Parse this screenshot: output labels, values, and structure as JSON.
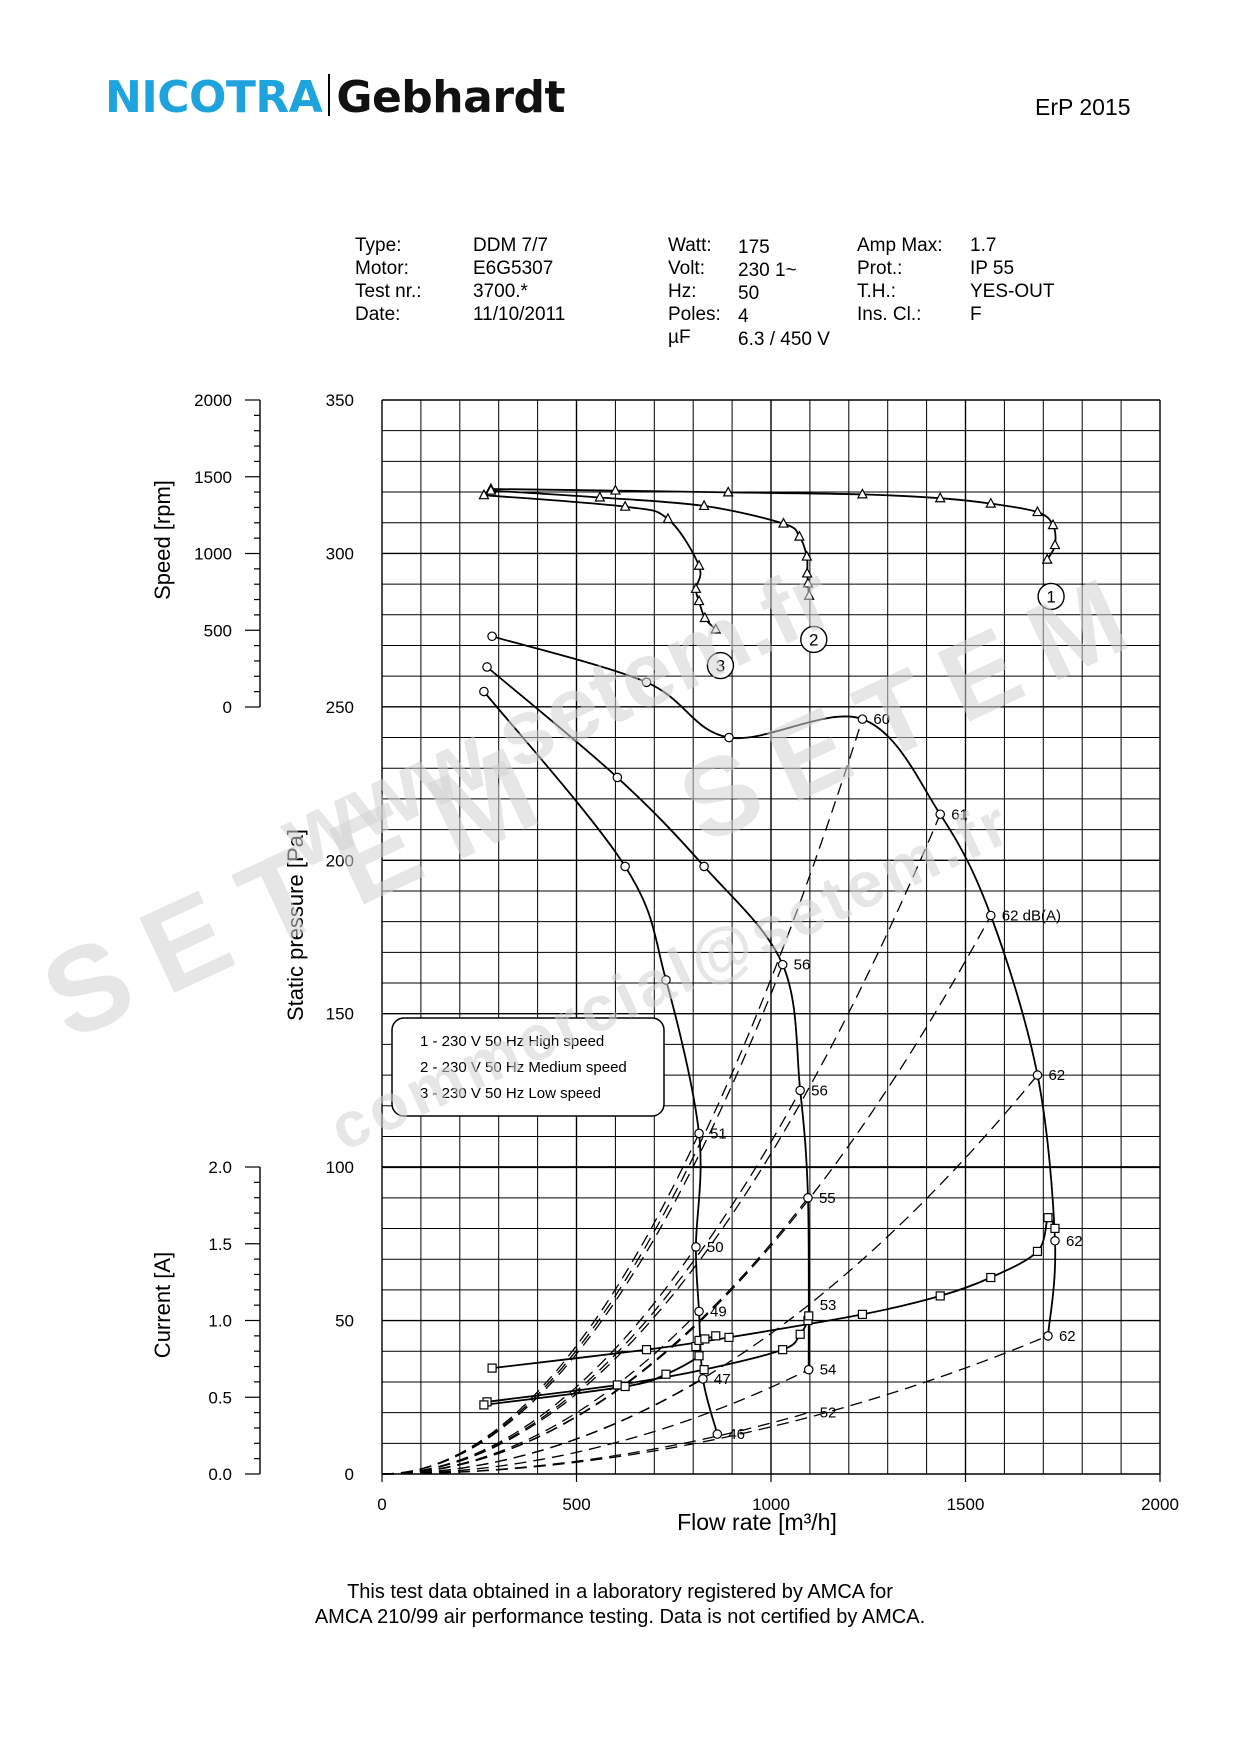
{
  "header": {
    "brand_left": "NICOTRA",
    "brand_right": "Gebhardt",
    "erp": "ErP 2015",
    "brand_color": "#1ea3dc"
  },
  "specs": {
    "col1_labels": [
      "Type:",
      "Motor:",
      "Test nr.:",
      "Date:"
    ],
    "col1_values": [
      "DDM 7/7",
      "E6G5307",
      "3700.*",
      "11/10/2011"
    ],
    "col2_labels": [
      "Watt:",
      "Volt:",
      "Hz:",
      "Poles:",
      "µF"
    ],
    "col2_values": [
      "175",
      "230 1~",
      "50",
      "4",
      "6.3 / 450 V"
    ],
    "col3_labels": [
      "Amp Max:",
      "Prot.:",
      "T.H.:",
      "Ins. Cl.:"
    ],
    "col3_values": [
      "1.7",
      "IP 55",
      "YES-OUT",
      "F"
    ]
  },
  "watermarks": [
    "www.setem.fr",
    "SETEM",
    "SETEM",
    "commercial@setem.fr"
  ],
  "footer": {
    "line1": "This test data obtained in a laboratory registered by AMCA for",
    "line2": "AMCA 210/99 air performance testing. Data is not certified by AMCA."
  },
  "chart_data": {
    "type": "line",
    "xlabel": "Flow rate [m³/h]",
    "xlim": [
      0,
      2000
    ],
    "x_ticks": [
      0,
      500,
      1000,
      1500,
      2000
    ],
    "pressure_axis": {
      "label": "Static pressure [Pa]",
      "lim": [
        0,
        350
      ],
      "ticks": [
        0,
        50,
        100,
        150,
        200,
        250,
        300,
        350
      ]
    },
    "speed_axis": {
      "label": "Speed [rpm]",
      "lim": [
        0,
        2000
      ],
      "ticks": [
        0,
        500,
        1000,
        1500,
        2000
      ]
    },
    "current_axis": {
      "label": "Current [A]",
      "lim": [
        0.0,
        2.0
      ],
      "ticks": [
        "0.0",
        "0.5",
        "1.0",
        "1.5",
        "2.0"
      ]
    },
    "grid": true,
    "legend": {
      "placement": "center-left",
      "entries": [
        "1 - 230 V 50 Hz High speed",
        "2 - 230 V 50 Hz Medium speed",
        "3 - 230 V 50 Hz Low speed"
      ]
    },
    "speed_curves": [
      {
        "id": "1",
        "x": [
          280,
          600,
          890,
          1235,
          1435,
          1565,
          1685,
          1725,
          1730,
          1710
        ],
        "rpm": [
          1420,
          1410,
          1398,
          1385,
          1360,
          1325,
          1270,
          1185,
          1055,
          960
        ]
      },
      {
        "id": "2",
        "x": [
          280,
          560,
          828,
          1032,
          1073,
          1092,
          1093,
          1095,
          1098
        ],
        "rpm": [
          1410,
          1365,
          1310,
          1195,
          1110,
          980,
          870,
          805,
          725
        ]
      },
      {
        "id": "3",
        "x": [
          262,
          625,
          735,
          815,
          807,
          815,
          830,
          858
        ],
        "rpm": [
          1380,
          1305,
          1225,
          920,
          770,
          690,
          580,
          505
        ]
      }
    ],
    "pressure_curves": [
      {
        "id": "1",
        "x": [
          283,
          680,
          892,
          1235,
          1435,
          1565,
          1685,
          1730,
          1712
        ],
        "pa": [
          273,
          258,
          240,
          246,
          215,
          182,
          130,
          76,
          45
        ]
      },
      {
        "id": "2",
        "x": [
          270,
          605,
          828,
          1030,
          1075,
          1095,
          1097
        ],
        "pa": [
          263,
          227,
          198,
          166,
          125,
          90,
          34
        ]
      },
      {
        "id": "3",
        "x": [
          262,
          625,
          730,
          815,
          807,
          815,
          825,
          862
        ],
        "pa": [
          255,
          198,
          161,
          111,
          74,
          53,
          31,
          13
        ]
      }
    ],
    "current_curves": [
      {
        "id": "1",
        "x": [
          283,
          680,
          892,
          1235,
          1435,
          1565,
          1685,
          1712,
          1730
        ],
        "amps": [
          0.69,
          0.81,
          0.89,
          1.04,
          1.16,
          1.28,
          1.45,
          1.67,
          1.6
        ]
      },
      {
        "id": "2",
        "x": [
          270,
          605,
          828,
          1030,
          1075,
          1095,
          1097
        ],
        "amps": [
          0.47,
          0.58,
          0.68,
          0.81,
          0.91,
          1.0,
          1.03
        ]
      },
      {
        "id": "3",
        "x": [
          262,
          625,
          730,
          815,
          807,
          815,
          830,
          858
        ],
        "amps": [
          0.45,
          0.57,
          0.65,
          0.77,
          0.83,
          0.87,
          0.88,
          0.9
        ]
      }
    ],
    "system_lines": [
      {
        "x": 1235,
        "pa": 246
      },
      {
        "x": 1435,
        "pa": 215
      },
      {
        "x": 1565,
        "pa": 182
      },
      {
        "x": 1685,
        "pa": 130
      },
      {
        "x": 1712,
        "pa": 45
      },
      {
        "x": 1030,
        "pa": 166
      },
      {
        "x": 1075,
        "pa": 125
      },
      {
        "x": 1095,
        "pa": 90
      },
      {
        "x": 1097,
        "pa": 34
      },
      {
        "x": 1097,
        "pa": 20
      },
      {
        "x": 815,
        "pa": 111
      },
      {
        "x": 807,
        "pa": 74
      },
      {
        "x": 815,
        "pa": 53
      },
      {
        "x": 825,
        "pa": 31
      }
    ],
    "sound_labels": [
      {
        "text": "60",
        "x": 1235,
        "pa": 246
      },
      {
        "text": "61",
        "x": 1435,
        "pa": 215
      },
      {
        "text": "62 dB(A)",
        "x": 1565,
        "pa": 182
      },
      {
        "text": "62",
        "x": 1685,
        "pa": 130
      },
      {
        "text": "62",
        "x": 1730,
        "pa": 76
      },
      {
        "text": "62",
        "x": 1712,
        "pa": 45
      },
      {
        "text": "56",
        "x": 1030,
        "pa": 166
      },
      {
        "text": "56",
        "x": 1075,
        "pa": 125
      },
      {
        "text": "55",
        "x": 1095,
        "pa": 90
      },
      {
        "text": "53",
        "x": 1097,
        "pa": 55
      },
      {
        "text": "54",
        "x": 1097,
        "pa": 34
      },
      {
        "text": "52",
        "x": 1097,
        "pa": 20
      },
      {
        "text": "51",
        "x": 815,
        "pa": 111
      },
      {
        "text": "50",
        "x": 807,
        "pa": 74
      },
      {
        "text": "49",
        "x": 815,
        "pa": 53
      },
      {
        "text": "47",
        "x": 825,
        "pa": 31
      },
      {
        "text": "46",
        "x": 862,
        "pa": 13
      }
    ],
    "curve_markers": [
      {
        "text": "1",
        "x": 1720,
        "rpm": 720
      },
      {
        "text": "2",
        "x": 1110,
        "rpm": 440
      },
      {
        "text": "3",
        "x": 870,
        "rpm": 270
      }
    ]
  }
}
